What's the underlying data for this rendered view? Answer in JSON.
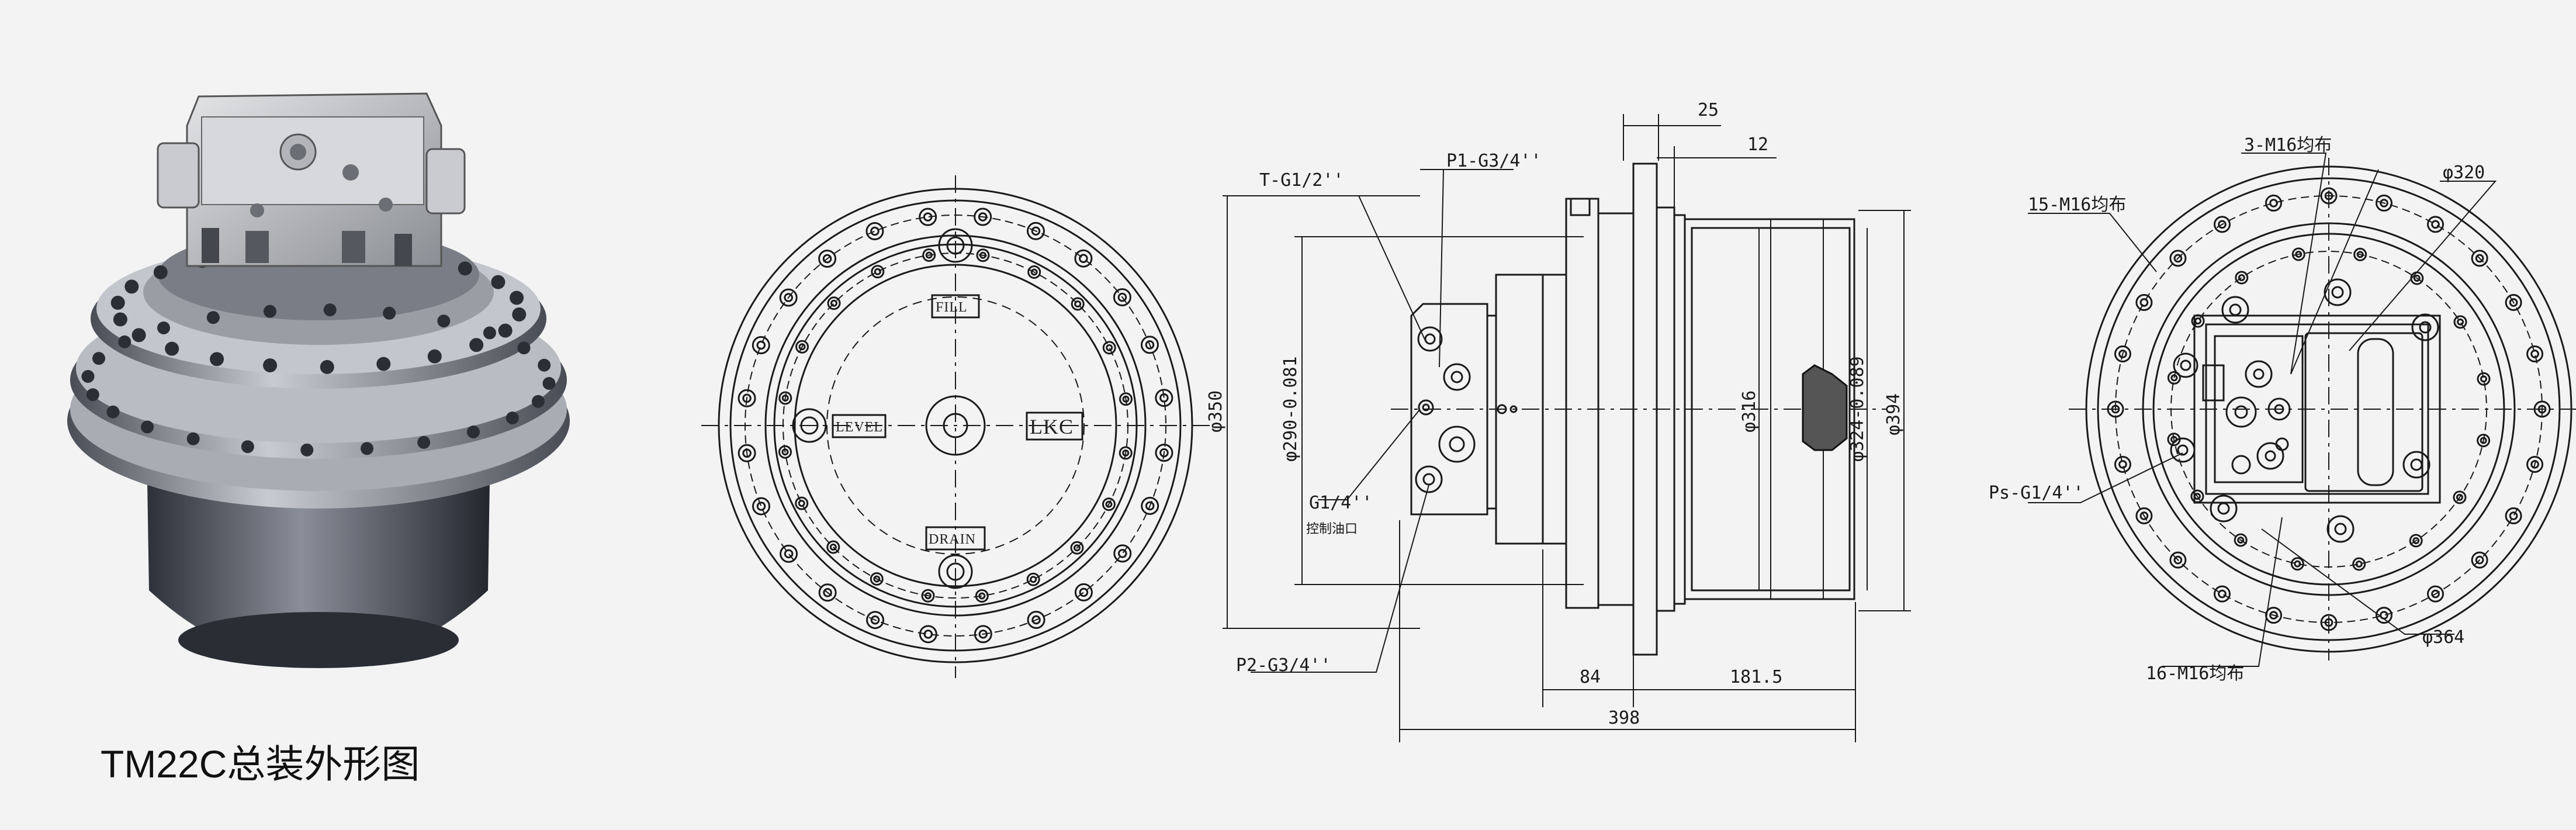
{
  "caption": "TM22C总装外形图",
  "front_view": {
    "ports": [
      "FILL",
      "LEVEL",
      "LKC",
      "DRAIN"
    ]
  },
  "side_view": {
    "callouts": [
      "T-G1/2''",
      "P1-G3/4''",
      "G1/4''",
      "控制油口",
      "P2-G3/4''"
    ],
    "dims_top": [
      "25",
      "12"
    ],
    "dims_bottom": [
      "84",
      "181.5",
      "398"
    ],
    "dims_vertical": [
      "φ350",
      "φ290-0.081",
      "φ316",
      "φ324-0.089",
      "φ394"
    ]
  },
  "rear_view": {
    "callouts": [
      "3-M16均布",
      "15-M16均布",
      "Ps-G1/4''",
      "16-M16均布"
    ],
    "diameters": [
      "φ320",
      "φ364"
    ]
  },
  "colors": {
    "ink": "#1a1a1a",
    "paper": "#f3f3f4",
    "metal": "#7a7d84"
  }
}
